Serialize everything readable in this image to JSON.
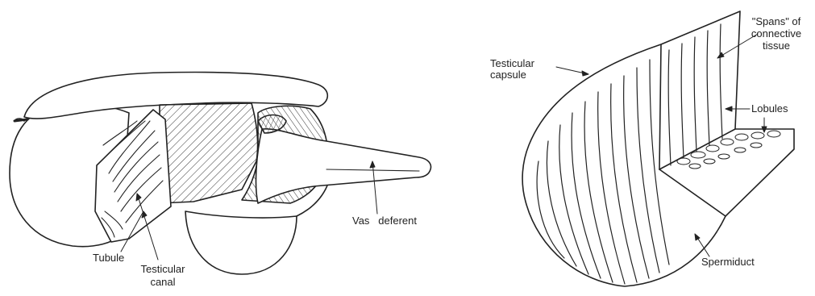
{
  "left_diagram": {
    "labels": {
      "tubule": "Tubule",
      "testicular_canal_1": "Testicular",
      "testicular_canal_2": "canal",
      "vas_deferent": "Vas   deferent"
    }
  },
  "right_diagram": {
    "labels": {
      "spans_1": "\"Spans\" of",
      "spans_2": "connective",
      "spans_3": "tissue",
      "capsule_1": "Testicular",
      "capsule_2": "capsule",
      "lobules": "Lobules",
      "spermiduct": "Spermiduct"
    }
  },
  "colors": {
    "ink": "#222222",
    "background": "#ffffff"
  }
}
